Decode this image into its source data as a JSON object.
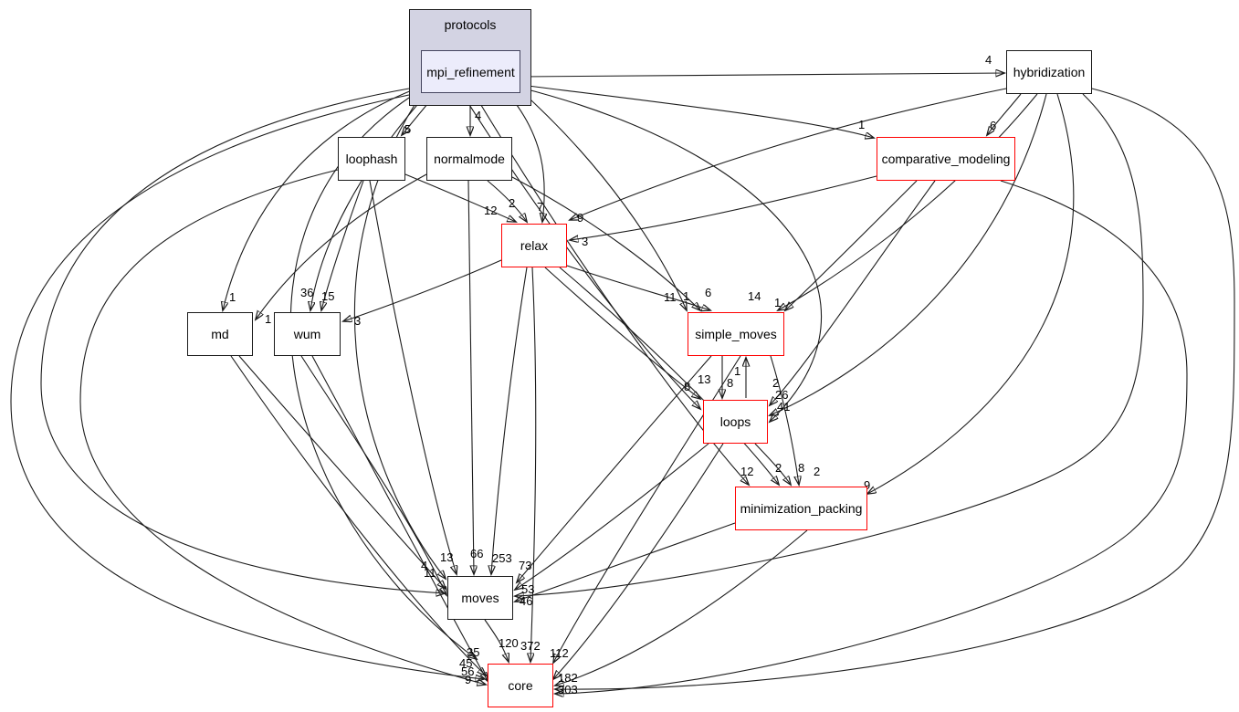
{
  "diagram": {
    "cluster": {
      "label": "protocols"
    },
    "nodes": {
      "mpi": {
        "label": "mpi_refinement",
        "style": "focus"
      },
      "hybridization": {
        "label": "hybridization",
        "style": "normal"
      },
      "loophash": {
        "label": "loophash",
        "style": "normal"
      },
      "normalmode": {
        "label": "normalmode",
        "style": "normal"
      },
      "comparative_modeling": {
        "label": "comparative_modeling",
        "style": "red"
      },
      "relax": {
        "label": "relax",
        "style": "red"
      },
      "md": {
        "label": "md",
        "style": "normal"
      },
      "wum": {
        "label": "wum",
        "style": "normal"
      },
      "simple_moves": {
        "label": "simple_moves",
        "style": "red"
      },
      "loops": {
        "label": "loops",
        "style": "red"
      },
      "minimization_packing": {
        "label": "minimization_packing",
        "style": "red"
      },
      "moves": {
        "label": "moves",
        "style": "normal"
      },
      "core": {
        "label": "core",
        "style": "red"
      }
    },
    "colors": {
      "node_border": "#1a1a1a",
      "red_node_border": "#ff0000",
      "cluster_fill": "#d3d3e3",
      "focus_node_fill": "#ececfb",
      "background": "#ffffff",
      "edge": "#1c1c1c"
    },
    "edges": {
      "mpi_loophash": {
        "from": "mpi_refinement",
        "to": "loophash",
        "label": "5"
      },
      "mpi_normalmode": {
        "from": "mpi_refinement",
        "to": "normalmode",
        "label": "4"
      },
      "mpi_hybridization": {
        "from": "mpi_refinement",
        "to": "hybridization",
        "label": "4"
      },
      "mpi_comparative_modeling": {
        "from": "mpi_refinement",
        "to": "comparative_modeling",
        "label": "1"
      },
      "hybridization_comparative_modeling": {
        "from": "hybridization",
        "to": "comparative_modeling",
        "label": "6"
      },
      "mpi_relax": {
        "from": "mpi_refinement",
        "to": "relax",
        "label": "7"
      },
      "loophash_relax": {
        "from": "loophash",
        "to": "relax",
        "label": "12"
      },
      "normalmode_relax": {
        "from": "normalmode",
        "to": "relax",
        "label": "2"
      },
      "hybridization_relax": {
        "from": "hybridization",
        "to": "relax",
        "label": "9"
      },
      "comparative_modeling_relax": {
        "from": "comparative_modeling",
        "to": "relax",
        "label": "3"
      },
      "mpi_md": {
        "from": "mpi_refinement",
        "to": "md",
        "label": "1"
      },
      "normalmode_md": {
        "from": "normalmode",
        "to": "md",
        "label": "1"
      },
      "mpi_wum": {
        "from": "mpi_refinement",
        "to": "wum",
        "label": "36"
      },
      "loophash_wum": {
        "from": "loophash",
        "to": "wum",
        "label": "15"
      },
      "relax_wum": {
        "from": "relax",
        "to": "wum",
        "label": "3"
      },
      "mpi_simple_moves": {
        "from": "mpi_refinement",
        "to": "simple_moves",
        "label": "11"
      },
      "normalmode_simple_moves": {
        "from": "normalmode",
        "to": "simple_moves",
        "label": "1"
      },
      "relax_simple_moves": {
        "from": "relax",
        "to": "simple_moves",
        "label": "6"
      },
      "hybridization_simple_moves": {
        "from": "hybridization",
        "to": "simple_moves",
        "label": "14"
      },
      "comparative_modeling_simple_moves": {
        "from": "comparative_modeling",
        "to": "simple_moves",
        "label": "1"
      },
      "simple_moves_loops": {
        "from": "simple_moves",
        "to": "loops",
        "label": "8"
      },
      "loops_simple_moves": {
        "from": "loops",
        "to": "simple_moves",
        "label": "1"
      },
      "relax_loops": {
        "from": "relax",
        "to": "loops",
        "label": "13"
      },
      "mpi_loops": {
        "from": "mpi_refinement",
        "to": "loops",
        "label": "8"
      },
      "comparative_modeling_loops": {
        "from": "comparative_modeling",
        "to": "loops",
        "label": "2"
      },
      "hybridization_loops": {
        "from": "hybridization",
        "to": "loops",
        "label": "26"
      },
      "mpi_loops_b": {
        "from": "mpi_refinement",
        "to": "loops",
        "label": "41"
      },
      "mpi_minimization_packing": {
        "from": "mpi_refinement",
        "to": "minimization_packing",
        "label": "12"
      },
      "relax_minimization_packing": {
        "from": "relax",
        "to": "minimization_packing",
        "label": "2"
      },
      "simple_moves_minimization_packing": {
        "from": "simple_moves",
        "to": "minimization_packing",
        "label": "8"
      },
      "loops_minimization_packing": {
        "from": "loops",
        "to": "minimization_packing",
        "label": "2"
      },
      "hybridization_minimization_packing": {
        "from": "hybridization",
        "to": "minimization_packing",
        "label": "9"
      },
      "mpi_moves": {
        "from": "mpi_refinement",
        "to": "moves",
        "label": "13"
      },
      "loophash_moves": {
        "from": "loophash",
        "to": "moves",
        "label": "4"
      },
      "md_moves": {
        "from": "md",
        "to": "moves",
        "label": "11"
      },
      "normalmode_moves": {
        "from": "normalmode",
        "to": "moves",
        "label": "66"
      },
      "relax_moves": {
        "from": "relax",
        "to": "moves",
        "label": "253"
      },
      "simple_moves_moves": {
        "from": "simple_moves",
        "to": "moves",
        "label": "73"
      },
      "hybridization_moves": {
        "from": "hybridization",
        "to": "moves",
        "label": "53"
      },
      "minimization_packing_moves": {
        "from": "minimization_packing",
        "to": "moves",
        "label": "46"
      },
      "loops_moves": {
        "from": "loops",
        "to": "moves",
        "label": ""
      },
      "wum_moves": {
        "from": "wum",
        "to": "moves",
        "label": ""
      },
      "mpi_core": {
        "from": "mpi_refinement",
        "to": "core",
        "label": "35"
      },
      "moves_core": {
        "from": "moves",
        "to": "core",
        "label": "120"
      },
      "relax_core": {
        "from": "relax",
        "to": "core",
        "label": "372"
      },
      "simple_moves_core": {
        "from": "simple_moves",
        "to": "core",
        "label": "112"
      },
      "md_core": {
        "from": "md",
        "to": "core",
        "label": "45"
      },
      "wum_core": {
        "from": "wum",
        "to": "core",
        "label": "56"
      },
      "loophash_core": {
        "from": "loophash",
        "to": "core",
        "label": "9"
      },
      "loops_core": {
        "from": "loops",
        "to": "core",
        "label": "182"
      },
      "hybridization_core": {
        "from": "hybridization",
        "to": "core",
        "label": "303"
      },
      "comparative_modeling_core": {
        "from": "comparative_modeling",
        "to": "core",
        "label": ""
      },
      "minimization_packing_core": {
        "from": "minimization_packing",
        "to": "core",
        "label": ""
      },
      "mpi_moves_far": {
        "from": "mpi_refinement",
        "to": "moves",
        "label": ""
      },
      "mpi_core_far": {
        "from": "mpi_refinement",
        "to": "core",
        "label": ""
      }
    }
  }
}
